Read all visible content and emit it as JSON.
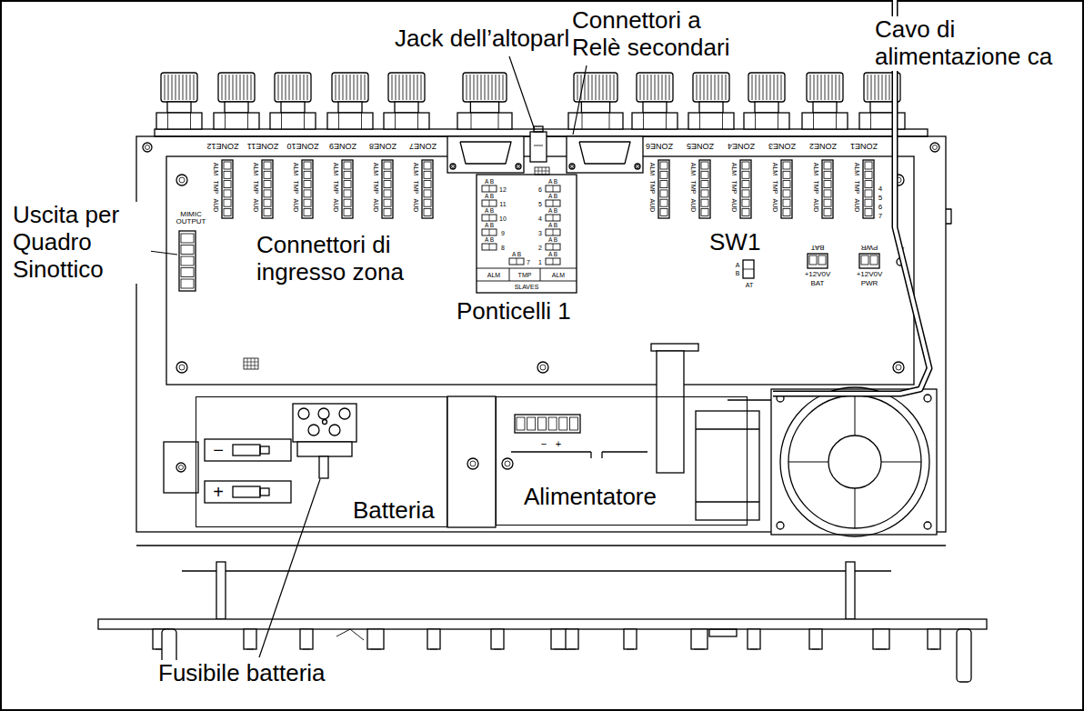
{
  "diagram": {
    "nodes": [
      {
        "text": [
          "Batteria"
        ]
      },
      {
        "text": [
          "Alimentatore"
        ]
      }
    ],
    "labels": [
      "Jack dell’altoparlante",
      "Connettori a Relè secondari",
      "Cavo di alimentazione ca",
      "Uscita per Quadro Sinottico",
      "Connettori di ingresso zona",
      "Ponticelli 1",
      "SW1",
      "Fusibile batteria",
      "ZONE12",
      "ZONE11",
      "ZONE10",
      "ZONE9",
      "ZONE8",
      "ZONE7",
      "ZONE6",
      "ZONE5",
      "ZONE4",
      "ZONE3",
      "ZONE2",
      "ZONE1",
      "ALM",
      "TMP",
      "AUD",
      "ALM",
      "TMP",
      "AUD",
      "ALM",
      "TMP",
      "AUD",
      "ALM",
      "TMP",
      "AUD",
      "ALM",
      "TMP",
      "AUD",
      "ALM",
      "TMP",
      "AUD",
      "ALM",
      "TMP",
      "AUD",
      "ALM",
      "TMP",
      "AUD",
      "ALM",
      "TMP",
      "AUD",
      "ALM",
      "TMP",
      "AUD",
      "ALM",
      "TMP",
      "AUD",
      "ALM",
      "TMP",
      "AUD",
      "4",
      "5",
      "6",
      "7",
      "MIMIC OUTPUT",
      "A B",
      "12",
      "A B",
      "11",
      "A B",
      "10",
      "A B",
      "9",
      "A B",
      "8",
      "A B",
      "7",
      "A B",
      "6",
      "A B",
      "5",
      "A B",
      "4",
      "A B",
      "3",
      "A B",
      "2",
      "A B",
      "1",
      "ALM",
      "TMP",
      "ALM",
      "SLAVES",
      "A",
      "B",
      "AT",
      "BAT",
      "PWR",
      "+12V0V",
      "+12V0V",
      "BAT",
      "PWR",
      "−",
      "+",
      "−",
      "+"
    ]
  }
}
